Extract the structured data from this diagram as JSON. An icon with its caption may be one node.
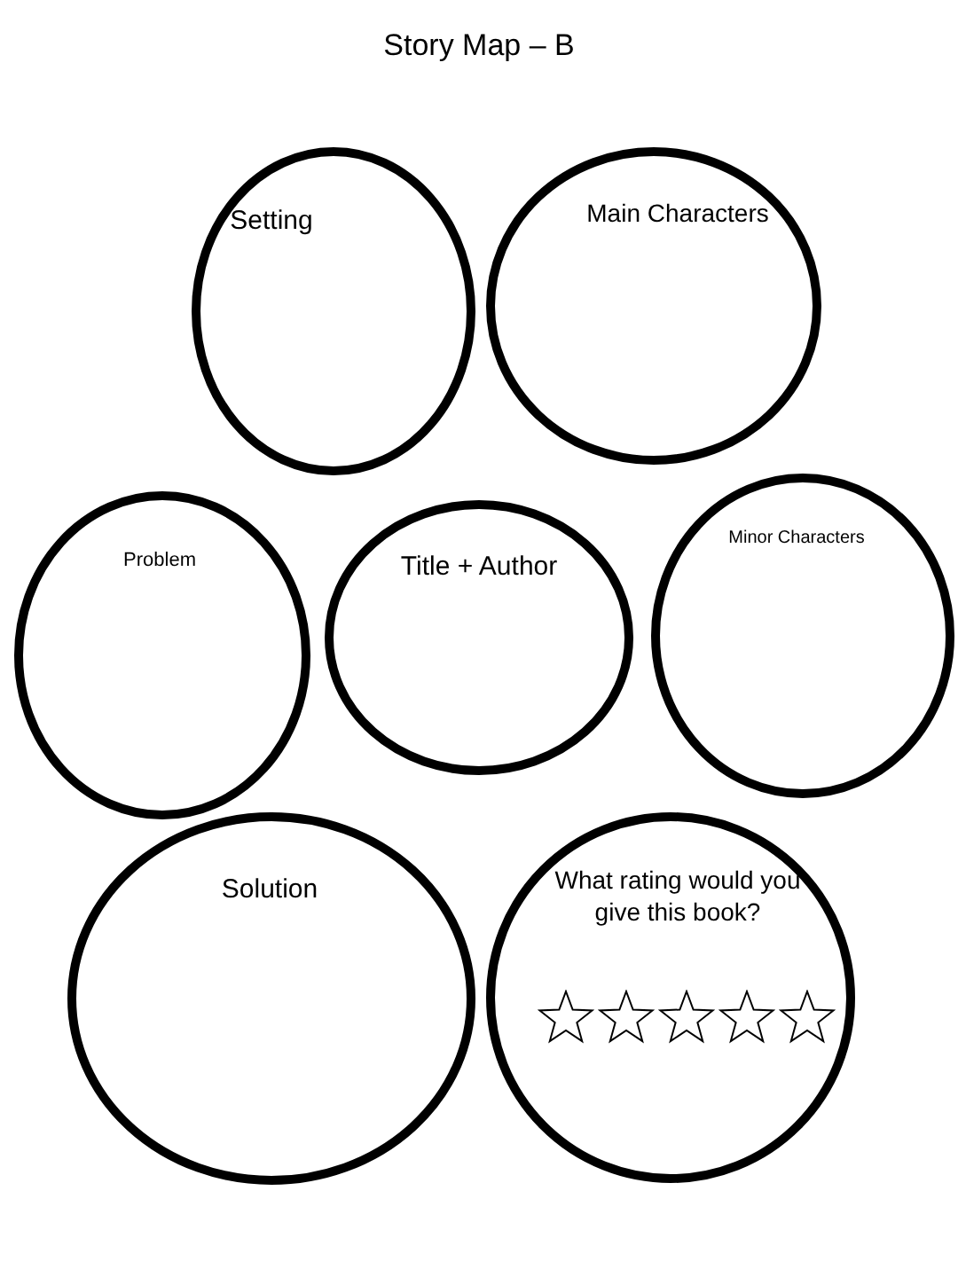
{
  "diagram": {
    "title": "Story Map – B",
    "nodes": [
      {
        "text": [
          "Setting"
        ]
      },
      {
        "text": [
          "Main Characters"
        ]
      },
      {
        "text": [
          "Problem"
        ]
      },
      {
        "text": [
          "Title + Author"
        ]
      },
      {
        "text": [
          "Minor Characters"
        ]
      },
      {
        "text": [
          "Solution"
        ]
      },
      {
        "text": [
          "What rating would you give this book?"
        ]
      }
    ]
  }
}
